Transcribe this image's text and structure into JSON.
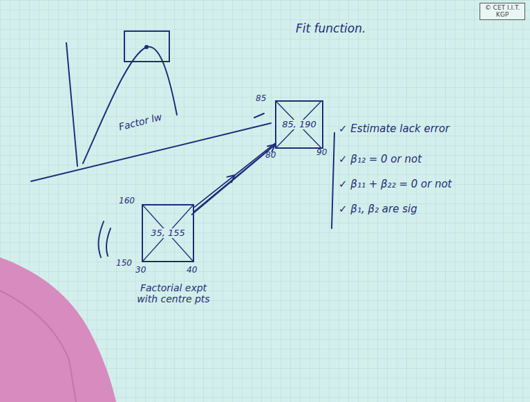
{
  "diagram": {
    "nodes": [
      {
        "text": [
          "35, 155"
        ]
      },
      {
        "text": [
          "85, 190"
        ]
      }
    ],
    "edges": [
      {
        "from": 0,
        "to": 1,
        "arrow": "to"
      }
    ],
    "labels": [
      "© CET I.I.T. KGP",
      "Fit function.",
      "Factor lw",
      "160",
      "150",
      "30",
      "40",
      "Factorial expt with centre pts",
      "85",
      "80",
      "90",
      "✓ Estimate lack error",
      "✓ β₁₂ = 0 or not",
      "✓ β₁₁ + β₂₂ = 0 or not",
      "✓ β₁, β₂ are sig"
    ]
  }
}
